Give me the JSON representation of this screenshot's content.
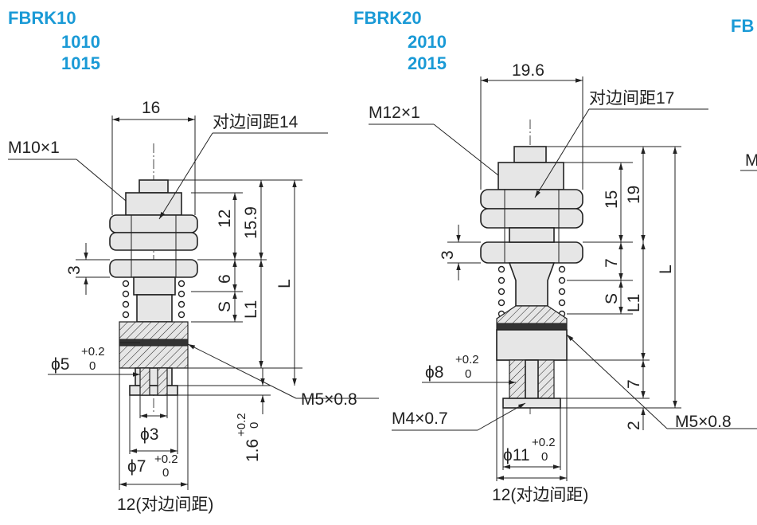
{
  "diagrams": [
    {
      "model": "FBRK10",
      "variants": [
        "1010",
        "1015"
      ],
      "width_across_flats_label": "对边间距14",
      "top_width": "16",
      "thread_top": "M10×1",
      "dim_12": "12",
      "dim_15_9": "15.9",
      "dim_6": "6",
      "dim_S": "S",
      "dim_L1": "L1",
      "dim_L": "L",
      "dim_3": "3",
      "phi_5": "ϕ5",
      "phi_5_tol_upper": "+0.2",
      "phi_5_tol_lower": "0",
      "thread_side": "M5×0.8",
      "phi_3": "ϕ3",
      "phi_7": "ϕ7",
      "phi_7_tol_upper": "+0.2",
      "phi_7_tol_lower": "0",
      "dim_1_6": "1.6",
      "dim_1_6_tol_upper": "+0.2",
      "dim_1_6_tol_lower": "0",
      "bottom_label": "12(对边间距)"
    },
    {
      "model": "FBRK20",
      "variants": [
        "2010",
        "2015"
      ],
      "width_across_flats_label": "对边间距17",
      "top_width": "19.6",
      "thread_top": "M12×1",
      "dim_15": "15",
      "dim_19": "19",
      "dim_7a": "7",
      "dim_S": "S",
      "dim_L1": "L1",
      "dim_L": "L",
      "dim_3": "3",
      "phi_8": "ϕ8",
      "phi_8_tol_upper": "+0.2",
      "phi_8_tol_lower": "0",
      "thread_inner": "M4×0.7",
      "thread_side": "M5×0.8",
      "dim_7b": "7",
      "dim_2": "2",
      "phi_11": "ϕ11",
      "phi_11_tol_upper": "+0.2",
      "phi_11_tol_lower": "0",
      "bottom_label": "12(对边间距)"
    },
    {
      "model": "FB",
      "thread_top": "M"
    }
  ]
}
